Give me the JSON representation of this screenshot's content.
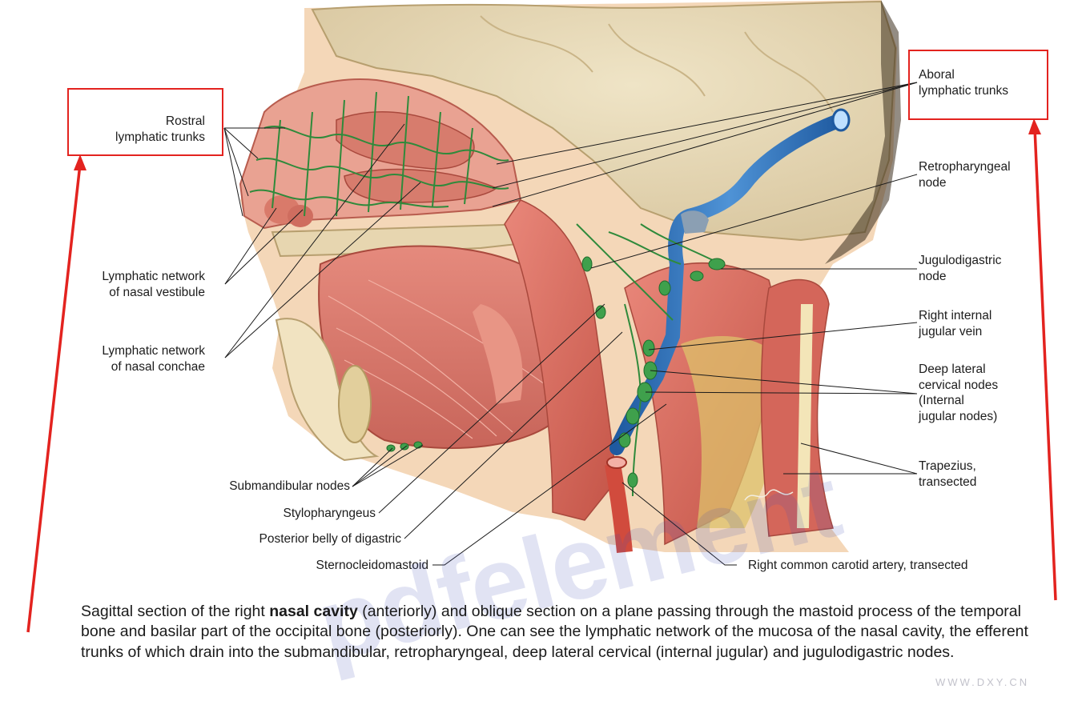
{
  "labels": {
    "rostral": "Rostral\nlymphatic trunks",
    "aboral": "Aboral\nlymphatic trunks",
    "retropharyngeal": "Retropharyngeal\nnode",
    "jugulodigastric": "Jugulodigastric\nnode",
    "internal_jugular": "Right internal\njugular vein",
    "deep_lateral": "Deep lateral\ncervical nodes\n(Internal\njugular nodes)",
    "trapezius": "Trapezius,\ntransected",
    "vestibule": "Lymphatic network\nof nasal vestibule",
    "conchae": "Lymphatic network\nof nasal conchae",
    "submandibular": "Submandibular nodes",
    "stylopharyngeus": "Stylopharyngeus",
    "digastric": "Posterior belly of digastric",
    "sternocleidomastoid": "Sternocleidomastoid",
    "carotid": "Right common carotid artery, transected"
  },
  "caption": {
    "part1": "Sagittal section of the right ",
    "bold": "nasal cavity",
    "part2": " (anteriorly) and oblique section on a plane passing through the mastoid process of the temporal bone and basilar part of the occipital bone (posteriorly). One can see the lymphatic network of the mucosa of the nasal cavity, the efferent trunks of which drain into the submandibular, retropharyngeal, deep lateral cervical (internal jugular) and jugulodigastric nodes."
  },
  "watermark": "pdfelement",
  "corner_mark": "WWW.DXY.CN",
  "colors": {
    "annotation_red": "#e3231f",
    "lymph_green": "#2f8a3b",
    "vein_blue": "#2a6db5",
    "muscle": "#d66a5e",
    "bone": "#e8d9b6"
  }
}
